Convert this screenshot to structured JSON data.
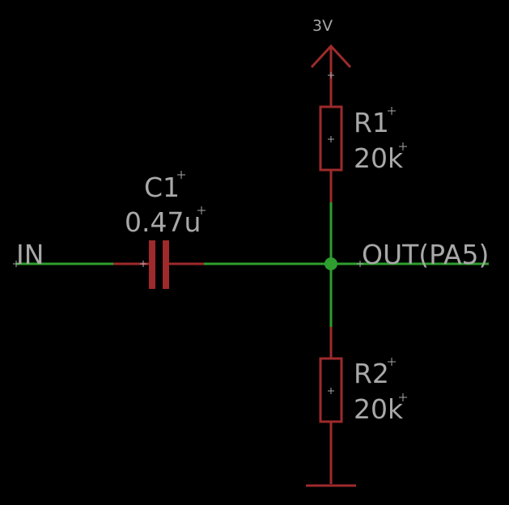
{
  "power": {
    "label": "3V"
  },
  "components": {
    "r1": {
      "name": "R1",
      "value": "20k"
    },
    "r2": {
      "name": "R2",
      "value": "20k"
    },
    "c1": {
      "name": "C1",
      "value": "0.47u"
    }
  },
  "nets": {
    "input": "IN",
    "output": "OUT(PA5)"
  },
  "colors": {
    "background": "#000000",
    "component": "#9e2a2b",
    "wire": "#2e9e2e",
    "junction": "#2e9e2e",
    "label": "#a8a8a8",
    "origin_cross": "#a8a8a8"
  }
}
